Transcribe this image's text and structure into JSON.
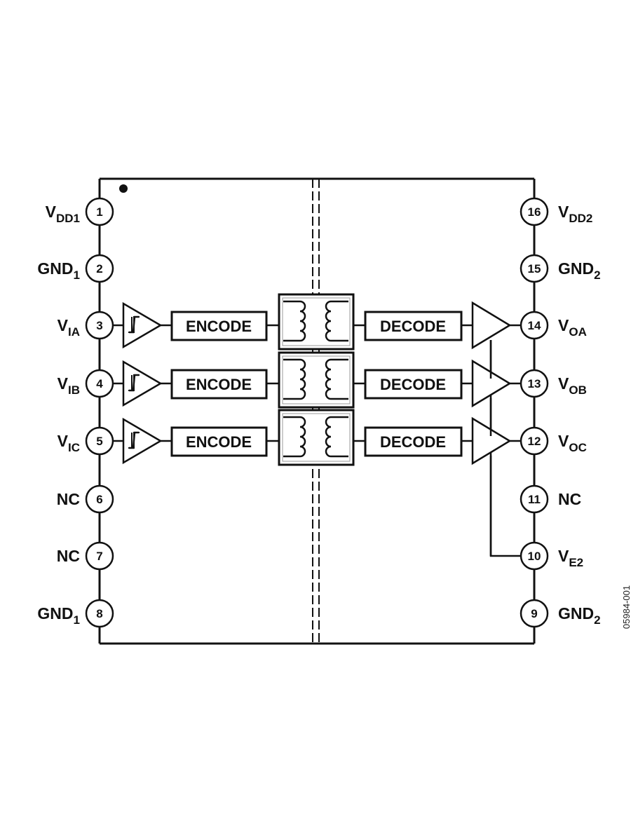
{
  "diagram": {
    "left_pins": [
      {
        "number": "1",
        "name": "V",
        "sub": "DD1"
      },
      {
        "number": "2",
        "name": "GND",
        "sub": "1"
      },
      {
        "number": "3",
        "name": "V",
        "sub": "IA"
      },
      {
        "number": "4",
        "name": "V",
        "sub": "IB"
      },
      {
        "number": "5",
        "name": "V",
        "sub": "IC"
      },
      {
        "number": "6",
        "name": "NC",
        "sub": ""
      },
      {
        "number": "7",
        "name": "NC",
        "sub": ""
      },
      {
        "number": "8",
        "name": "GND",
        "sub": "1"
      }
    ],
    "right_pins": [
      {
        "number": "16",
        "name": "V",
        "sub": "DD2"
      },
      {
        "number": "15",
        "name": "GND",
        "sub": "2"
      },
      {
        "number": "14",
        "name": "V",
        "sub": "OA"
      },
      {
        "number": "13",
        "name": "V",
        "sub": "OB"
      },
      {
        "number": "12",
        "name": "V",
        "sub": "OC"
      },
      {
        "number": "11",
        "name": "NC",
        "sub": ""
      },
      {
        "number": "10",
        "name": "V",
        "sub": "E2"
      },
      {
        "number": "9",
        "name": "GND",
        "sub": "2"
      }
    ],
    "channels": [
      {
        "encode": "ENCODE",
        "decode": "DECODE"
      },
      {
        "encode": "ENCODE",
        "decode": "DECODE"
      },
      {
        "encode": "ENCODE",
        "decode": "DECODE"
      }
    ],
    "figure_id": "05984-001",
    "line_color": "#111111"
  }
}
